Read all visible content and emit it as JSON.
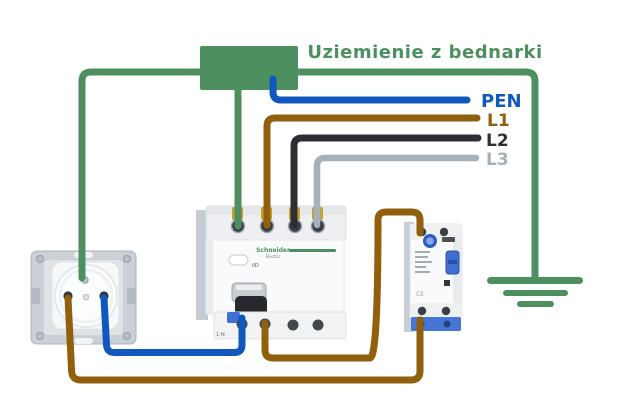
{
  "title": "Uziemienie z bednarki",
  "wire_labels": {
    "pen": "PEN",
    "l1": "L1",
    "l2": "L2",
    "l3": "L3"
  },
  "colors": {
    "ground_green": "#4e8f60",
    "pen_blue": "#1057be",
    "l1_brown": "#90600d",
    "l2_black": "#2c3034",
    "l3_gray": "#a6b0b9",
    "device_accent_blue": "#3f6fd2",
    "terminal_screw_gold": "#c7a02c"
  },
  "devices": {
    "rcd_main": {
      "brand": "Schneider",
      "brand_sub": "Electric",
      "model": "iID",
      "terminal_marking": "1-N"
    },
    "rcd_secondary": {
      "marking": "CE"
    }
  }
}
